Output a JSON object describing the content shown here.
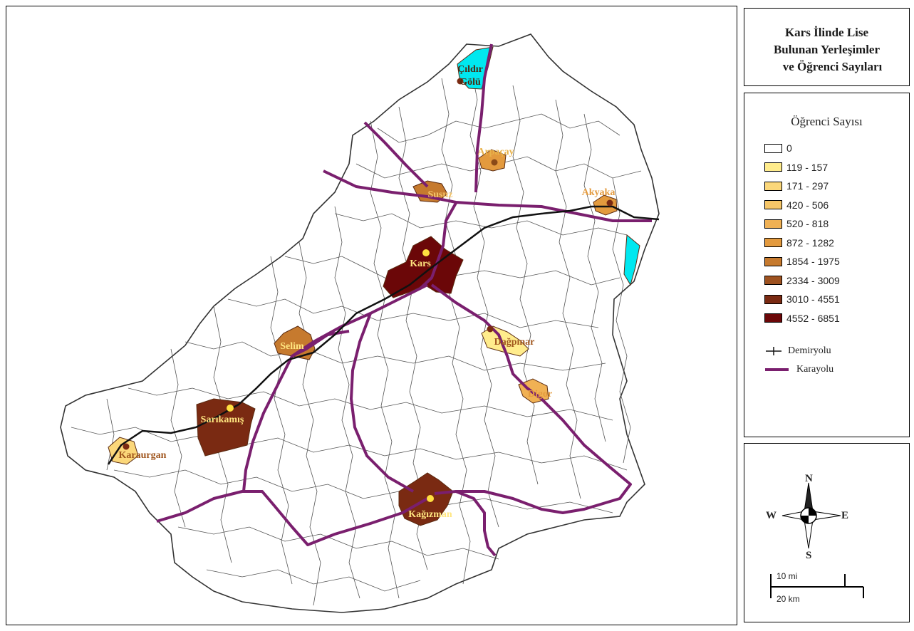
{
  "title": {
    "line1": "Kars İlinde Lise",
    "line2": "Bulunan Yerleşimler",
    "line3": "ve Öğrenci Sayıları"
  },
  "legend": {
    "title": "Öğrenci Sayısı",
    "classes": [
      {
        "label": "0",
        "color": "#ffffff"
      },
      {
        "label": "119 - 157",
        "color": "#ffec8c"
      },
      {
        "label": "171 - 297",
        "color": "#fbd77a"
      },
      {
        "label": "420 - 506",
        "color": "#f6c668"
      },
      {
        "label": "520 - 818",
        "color": "#f0b154"
      },
      {
        "label": "872 - 1282",
        "color": "#e39a3e"
      },
      {
        "label": "1854 - 1975",
        "color": "#c67a2e"
      },
      {
        "label": "2334 - 3009",
        "color": "#9e5220"
      },
      {
        "label": "3010 - 4551",
        "color": "#7a2a12"
      },
      {
        "label": "4552 - 6851",
        "color": "#6b0708"
      }
    ],
    "railway_label": "Demiryolu",
    "road_label": "Karayolu"
  },
  "compass": {
    "north": "N",
    "south": "S",
    "east": "E",
    "west": "W"
  },
  "scale": {
    "miles": "10 mi",
    "km": "20 km"
  },
  "settlements": [
    {
      "name": "Çıldır",
      "name2": "Gölü",
      "label_color": "#4a2a10",
      "fill_color": "#00e8f0"
    },
    {
      "name": "Arpaçay",
      "label_color": "#e8b24a",
      "fill_color": "#e39a3e"
    },
    {
      "name": "Susuz",
      "label_color": "#f2c46a",
      "fill_color": "#c67a2e"
    },
    {
      "name": "Akyaka",
      "label_color": "#e39a3e",
      "fill_color": "#e39a3e"
    },
    {
      "name": "Kars",
      "label_color": "#ffe680",
      "fill_color": "#6b0708"
    },
    {
      "name": "Selim",
      "label_color": "#ffe680",
      "fill_color": "#c67a2e"
    },
    {
      "name": "Digor",
      "label_color": "#e39a3e",
      "fill_color": "#f0b154"
    },
    {
      "name": "Sarıkamış",
      "label_color": "#ffe680",
      "fill_color": "#7a2a12"
    },
    {
      "name": "Kağızman",
      "label_color": "#ffe680",
      "fill_color": "#7a2a12"
    },
    {
      "name": "Karaurgan",
      "label_color": "#a0561e",
      "fill_color": "#fbd77a"
    },
    {
      "name": "Dağpınar",
      "label_color": "#a0561e",
      "fill_color": "#ffec8c"
    }
  ],
  "colors": {
    "road": "#7a1f6e",
    "railway": "#111111",
    "lake": "#00e8f0",
    "border": "#333333"
  }
}
